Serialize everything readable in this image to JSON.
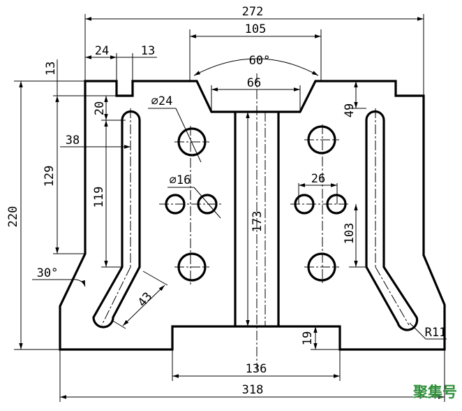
{
  "dimensions": {
    "overall_width": "272",
    "top_opening": "105",
    "dovetail_angle": "60°",
    "dovetail_bottom": "66",
    "step_width": "24",
    "step_small": "13",
    "step_height": "13",
    "slot_top_offset": "20",
    "slot_x_offset": "38",
    "left_height": "129",
    "total_height": "220",
    "slot_length": "119",
    "chamfer_angle": "30°",
    "slot_incline": "43",
    "large_hole_dia": "⌀24",
    "small_hole_dia": "⌀16",
    "small_hole_spacing": "26",
    "slot_top_right": "49",
    "hole_spacing_right": "103",
    "center_bar_height": "173",
    "base_step_height": "19",
    "slot_radius": "R11",
    "base_width": "136",
    "bottom_width": "318"
  },
  "watermark": "聚集号"
}
